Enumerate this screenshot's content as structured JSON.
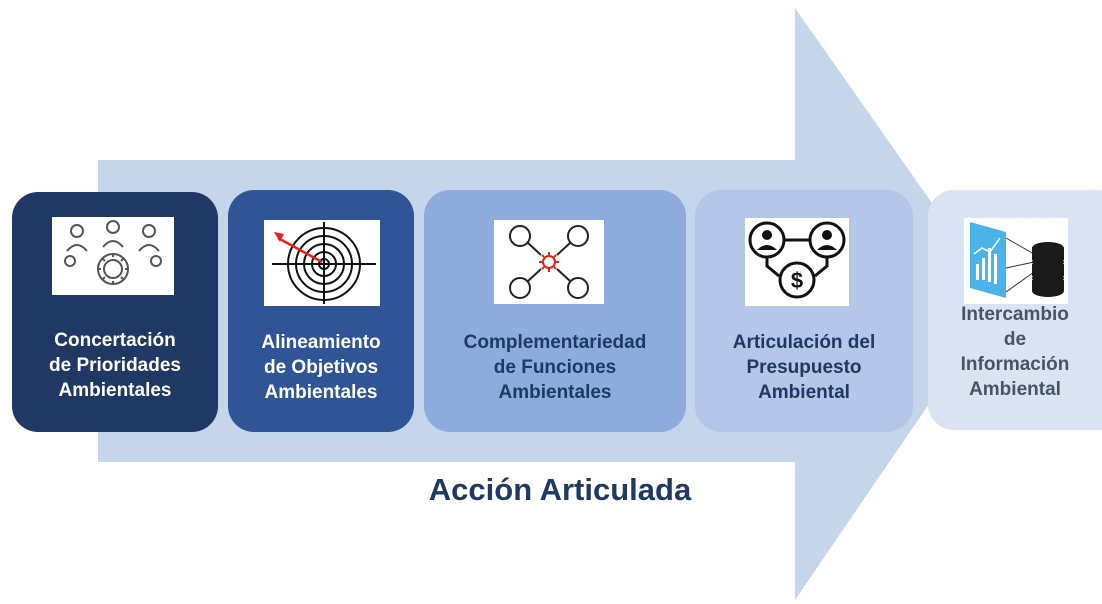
{
  "diagram": {
    "title": "Acción Articulada",
    "colors": {
      "arrow": "#c5d5ea",
      "title": "#1f3864"
    },
    "steps": [
      {
        "icon": "people-gear-icon",
        "lines": [
          "Concertación",
          "de Prioridades",
          "Ambientales"
        ],
        "bg": "#1f3864",
        "text_color": "#ffffff"
      },
      {
        "icon": "target-arrow-icon",
        "lines": [
          "Alineamiento",
          "de Objetivos",
          "Ambientales"
        ],
        "bg": "#2f5597",
        "text_color": "#ffffff"
      },
      {
        "icon": "network-gear-icon",
        "lines": [
          "Complementariedad",
          "de Funciones",
          "Ambientales"
        ],
        "bg": "#8faadc",
        "text_color": "#1f3864"
      },
      {
        "icon": "people-money-icon",
        "lines": [
          "Articulación del",
          "Presupuesto",
          "Ambiental"
        ],
        "bg": "#b4c7e7",
        "text_color": "#1f3864"
      },
      {
        "icon": "data-exchange-icon",
        "lines": [
          "Intercambio",
          "de",
          "Información",
          "Ambiental"
        ],
        "bg": "#dae3f3",
        "text_color": "#44546a"
      }
    ]
  }
}
